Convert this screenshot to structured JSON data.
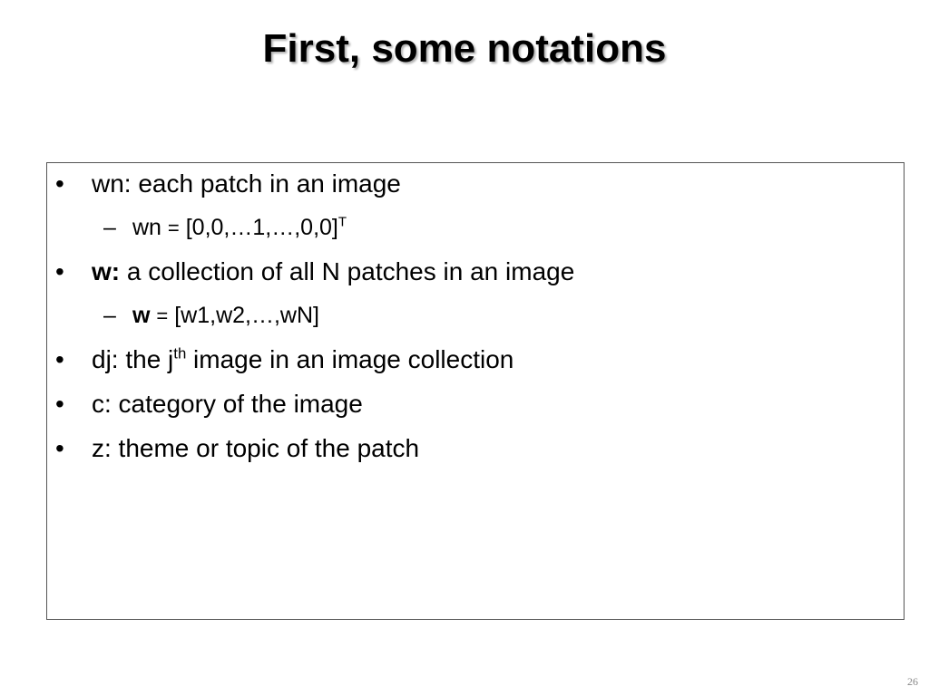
{
  "slide": {
    "title": "First, some notations",
    "page_number": "26"
  },
  "content": {
    "bullet_marker": "•",
    "sub_marker": "–",
    "items": [
      {
        "text": "wn: each patch in an image"
      },
      {
        "prefix": "wn",
        "eq": "=",
        "value": "[0,0,…1,…,0,0]",
        "sup": "T"
      },
      {
        "bold": "w:",
        "text": " a collection of all N patches in an image"
      },
      {
        "bold": "w",
        "eq": "=",
        "value": "[w1,w2,…,wN]"
      },
      {
        "pre": "dj: the j",
        "sup": "th",
        "post": " image in an image collection"
      },
      {
        "text": "c: category of the image"
      },
      {
        "text": "z: theme or topic of the patch"
      }
    ]
  }
}
